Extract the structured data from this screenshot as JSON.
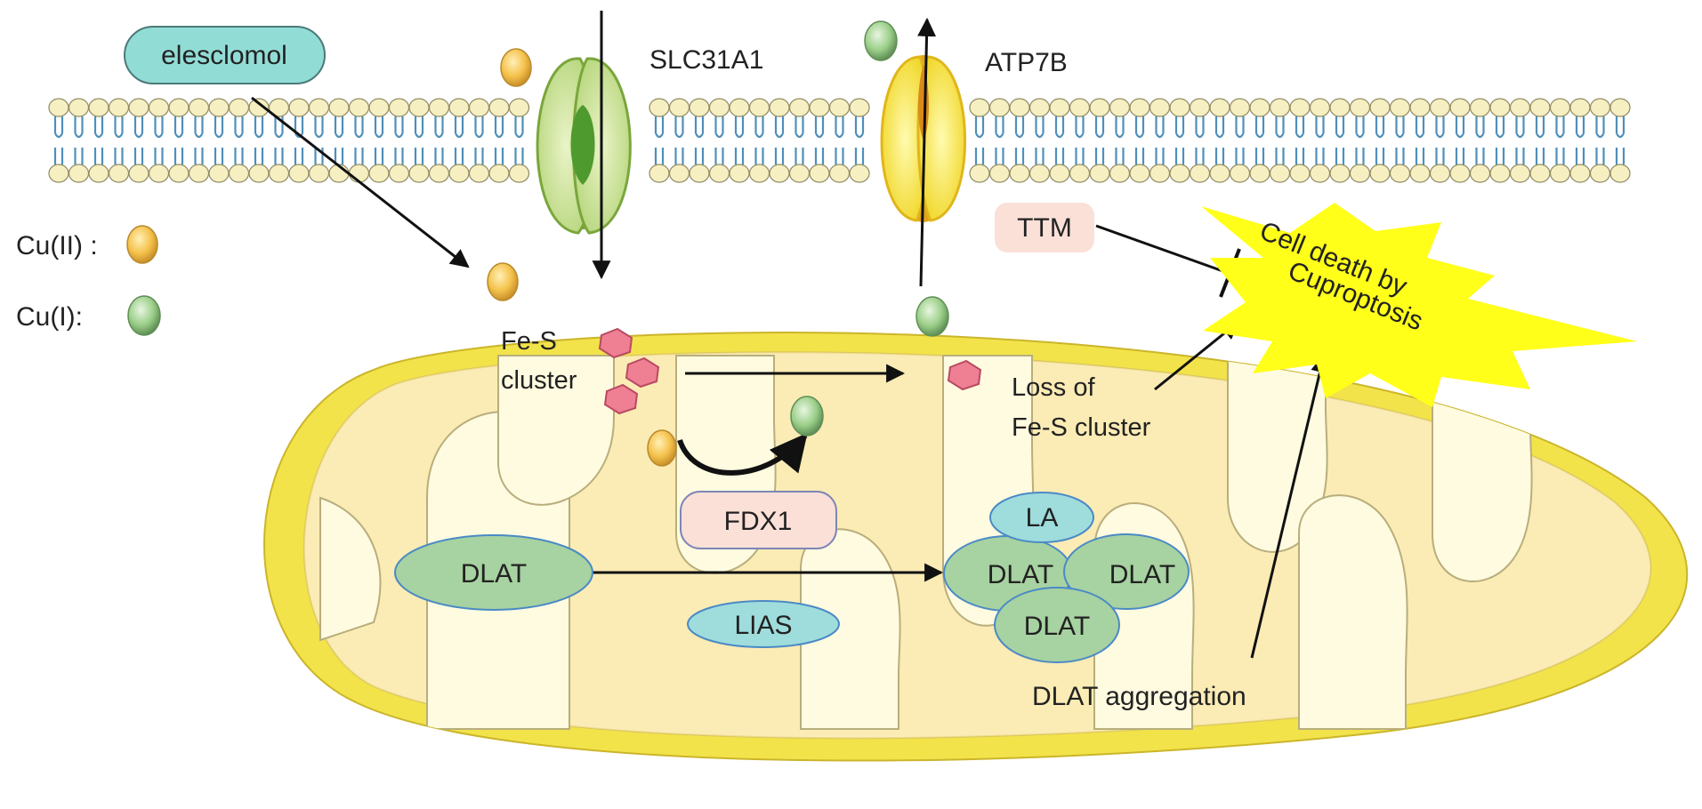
{
  "labels": {
    "elesclomol": "elesclomol",
    "slc31a1": "SLC31A1",
    "atp7b": "ATP7B",
    "cu2_legend": "Cu(II) :",
    "cu1_legend": "Cu(I):",
    "ttm": "TTM",
    "cell_death_line1": "Cell death by",
    "cell_death_line2": "Cuproptosis",
    "fes_line1": "Fe-S",
    "fes_line2": "cluster",
    "loss_line1": "Loss of",
    "loss_line2": "Fe-S cluster",
    "fdx1": "FDX1",
    "dlat": "DLAT",
    "la": "LA",
    "lias": "LIAS",
    "dlat_aggregated_1": "DLAT",
    "dlat_aggregated_2": "DLAT",
    "dlat_aggregated_3": "DLAT",
    "dlat_aggregation": "DLAT aggregation"
  },
  "colors": {
    "cu2": "#f5c24c",
    "cu1": "#9ccf8a",
    "dlat": "#a7d2a1",
    "la_lias": "#9fdcdc",
    "elesclomol": "#92dcd6",
    "fdx1": "#fbe0d8",
    "ttm": "#fbe0d8",
    "burst": "#ffff1a",
    "mito_outer": "#f2e34a",
    "mito_inner": "#fbf3b4",
    "membrane_head": "#f6efc2",
    "fes_cluster": "#ef7f92"
  }
}
